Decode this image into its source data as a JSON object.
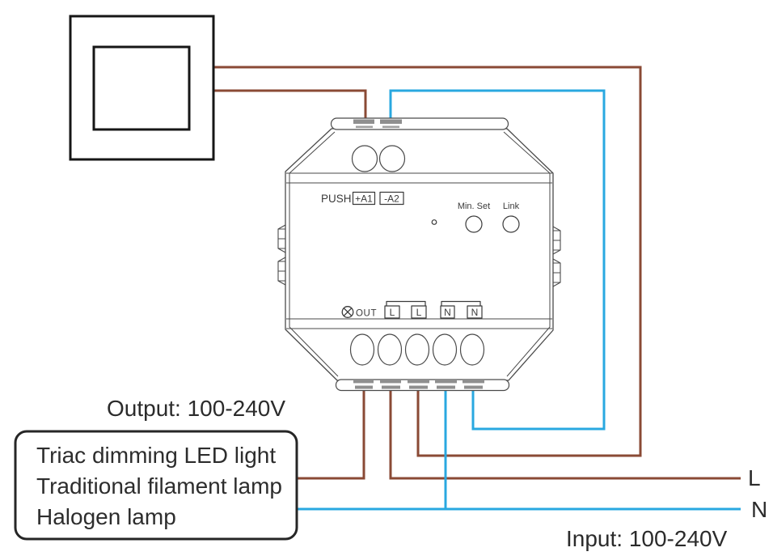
{
  "colors": {
    "live_wire": "#8a4a35",
    "neutral_wire": "#29a8e0",
    "outline": "#4a4a4a",
    "box_stroke": "#262626"
  },
  "device": {
    "push_label": "PUSH",
    "terminal_plus_a1": "+A1",
    "terminal_minus_a2": "-A2",
    "min_set_label": "Min. Set",
    "link_label": "Link",
    "out_label": "OUT",
    "bottom_terminals": [
      "L",
      "L",
      "N",
      "N"
    ]
  },
  "output_section": {
    "label": "Output: 100-240V"
  },
  "load_box": {
    "lines": [
      "Triac dimming LED light",
      "Traditional filament lamp",
      "Halogen lamp"
    ]
  },
  "input_section": {
    "label": "Input: 100-240V",
    "live_label": "L",
    "neutral_label": "N"
  }
}
